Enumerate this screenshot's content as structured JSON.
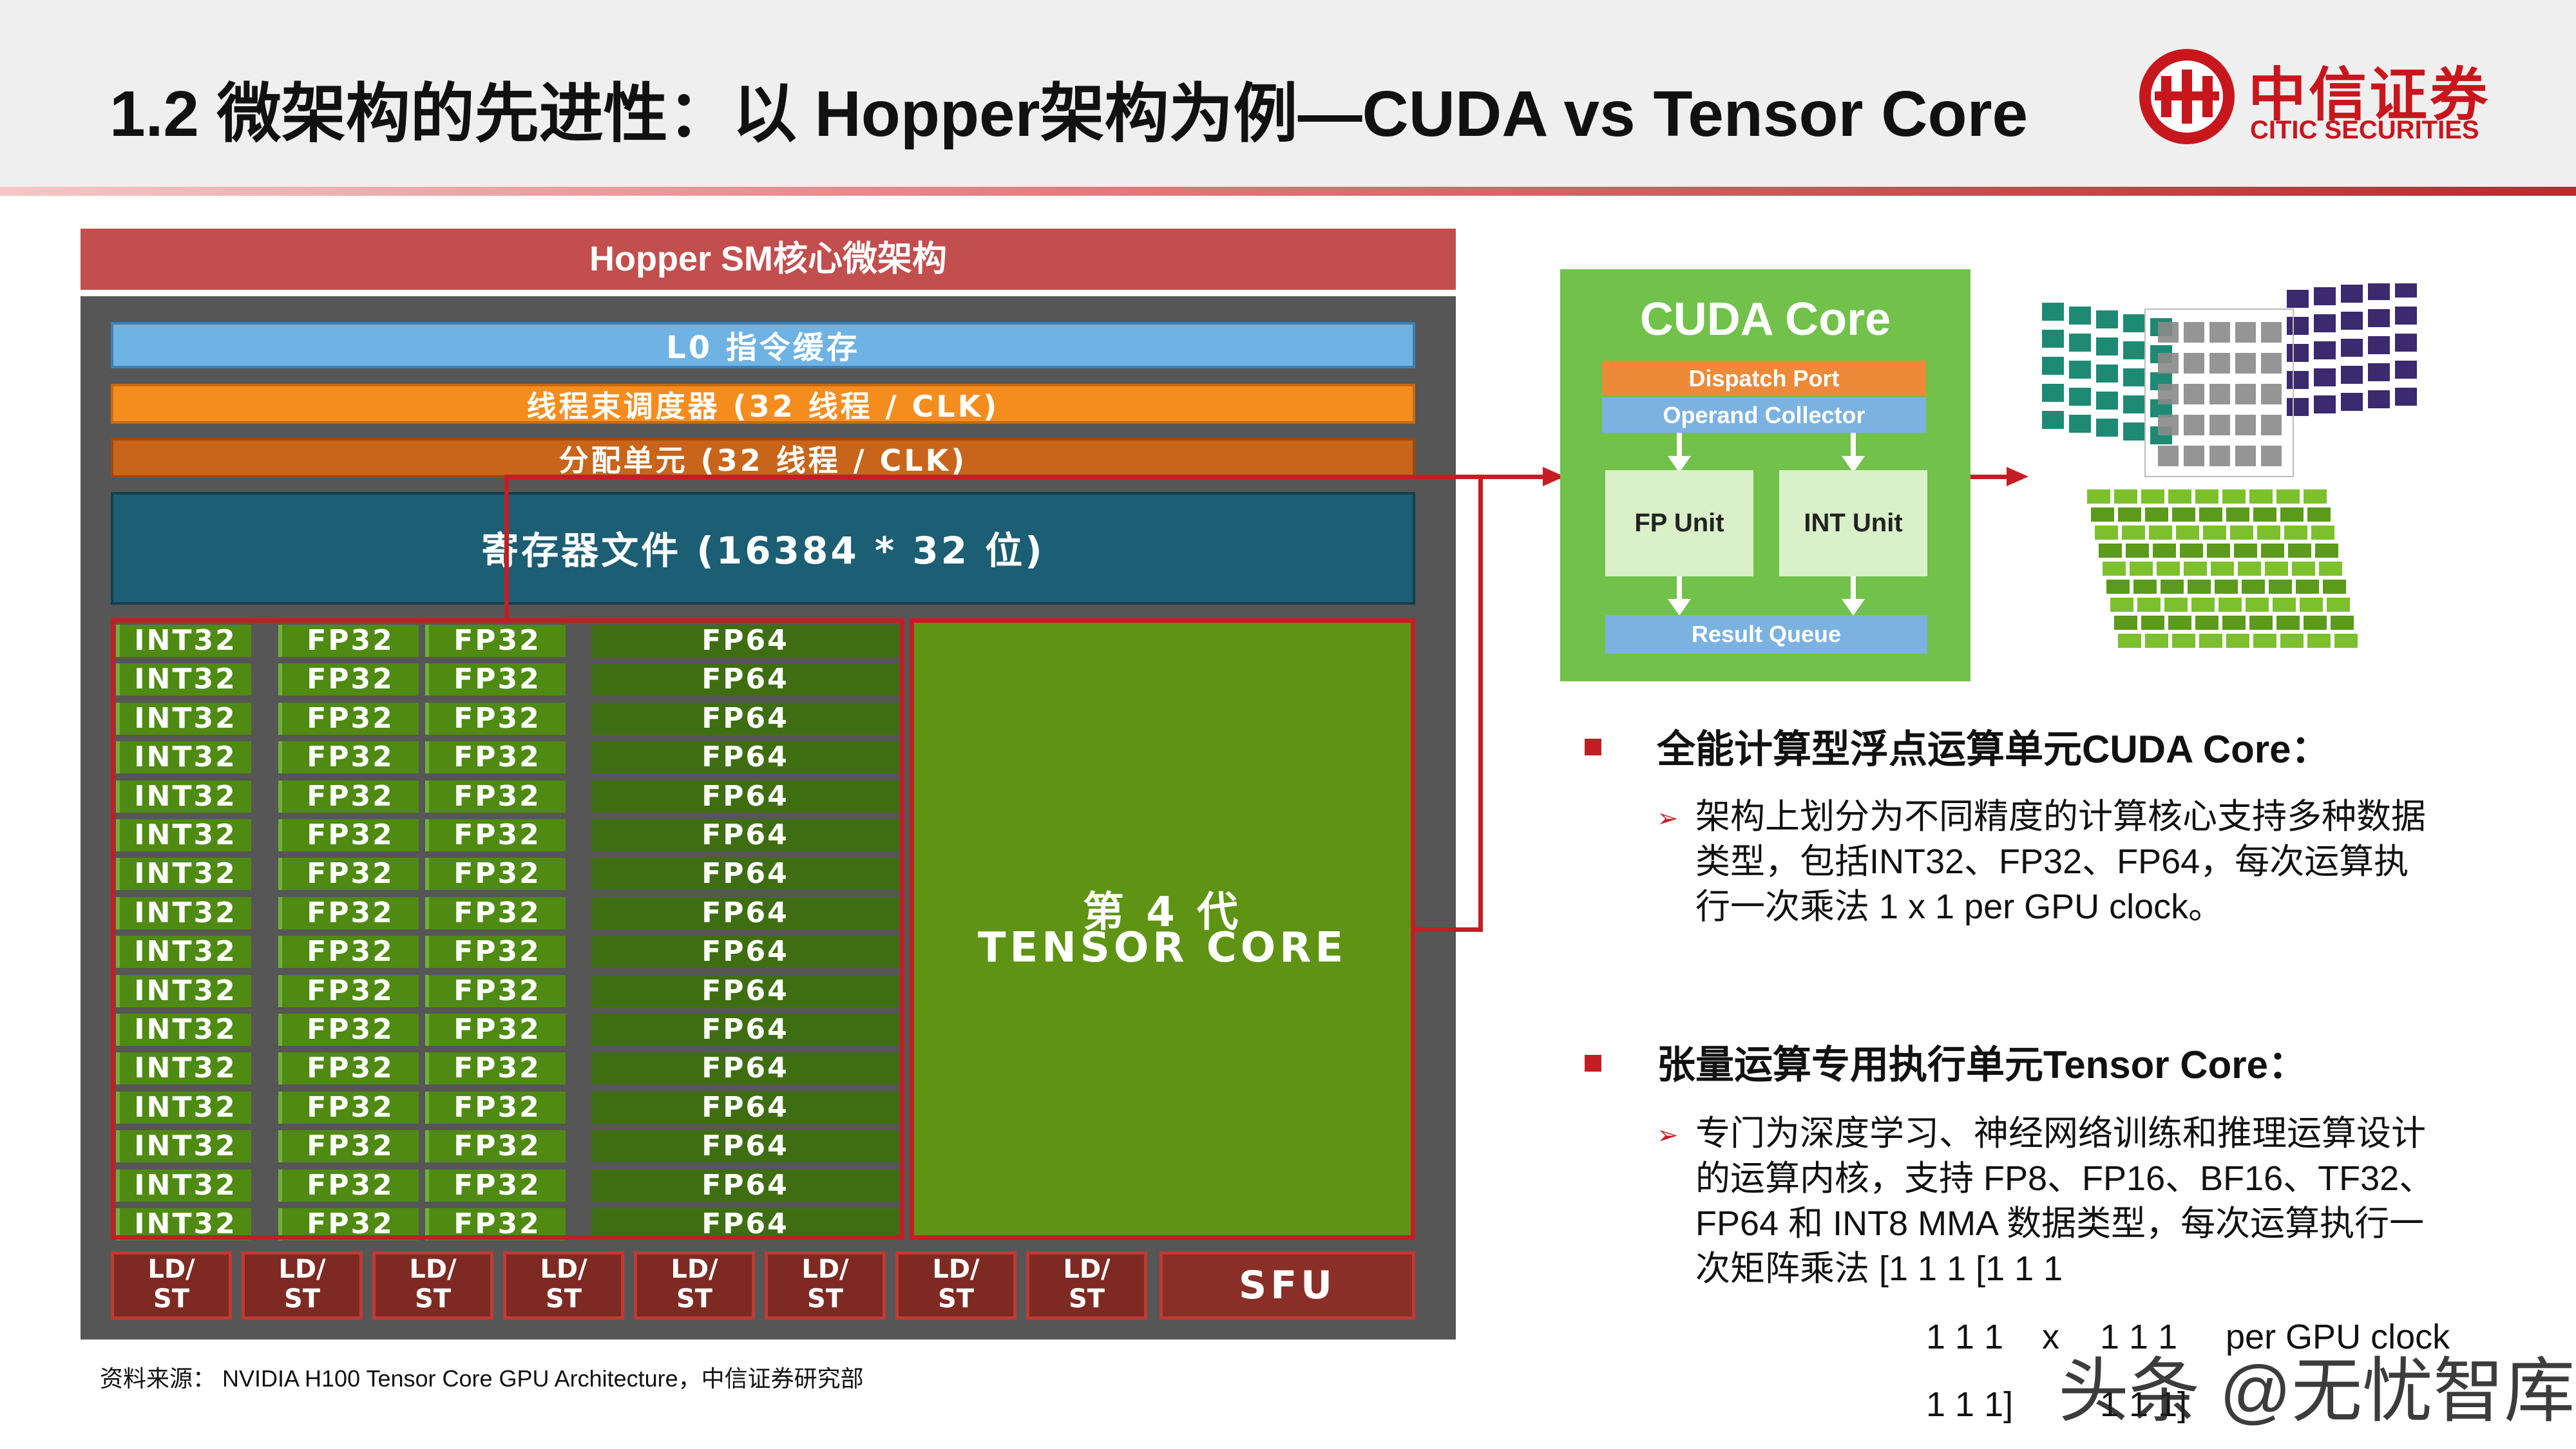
{
  "header": {
    "title": "1.2 微架构的先进性：以 Hopper架构为例—CUDA vs Tensor Core",
    "logo_cn": "中信证券",
    "logo_en": "CITIC SECURITIES"
  },
  "sm_diagram": {
    "title": "Hopper SM核心微架构",
    "l0_cache": "L0 指令缓存",
    "warp_scheduler": "线程束调度器 (32 线程 / CLK)",
    "dispatch_unit": "分配单元 (32 线程 / CLK)",
    "register_file": "寄存器文件 (16384 * 32 位)",
    "int32_label": "INT32",
    "fp32_label": "FP32",
    "fp64_label": "FP64",
    "tensor_line1": "第 4 代",
    "tensor_line2": "TENSOR CORE",
    "ldst_top": "LD/",
    "ldst_bottom": "ST",
    "sfu": "SFU"
  },
  "cuda_core": {
    "title": "CUDA Core",
    "dispatch_port": "Dispatch Port",
    "operand_collector": "Operand Collector",
    "fp_unit": "FP Unit",
    "int_unit": "INT Unit",
    "result_queue": "Result Queue"
  },
  "bullets": [
    {
      "heading": "全能计算型浮点运算单元CUDA Core：",
      "lines": [
        "架构上划分为不同精度的计算核心支持多种数据",
        "类型，包括INT32、FP32、FP64，每次运算执",
        "行一次乘法 1 x 1 per GPU clock。"
      ]
    },
    {
      "heading": "张量运算专用执行单元Tensor Core：",
      "lines": [
        "专门为深度学习、神经网络训练和推理运算设计",
        "的运算内核，支持 FP8、FP16、BF16、TF32、",
        "FP64 和 INT8 MMA 数据类型，每次运算执行一",
        "次矩阵乘法   [1 1 1       [1 1 1"
      ]
    }
  ],
  "matrix": {
    "row2_left": "1 1 1",
    "times": "x",
    "row2_right": "1 1 1",
    "per_clock": "per GPU clock",
    "row3_left": "1 1 1]",
    "row3_right": "1 1 1]"
  },
  "footer": {
    "source": "资料来源： NVIDIA H100 Tensor Core GPU Architecture，中信证券研究部",
    "watermark": "头条 @无忧智库"
  },
  "colors": {
    "accent_red": "#c41e24",
    "cuda_green": "#72c14a",
    "tensor_green": "#5e9314",
    "register_teal": "#1c5e74"
  }
}
